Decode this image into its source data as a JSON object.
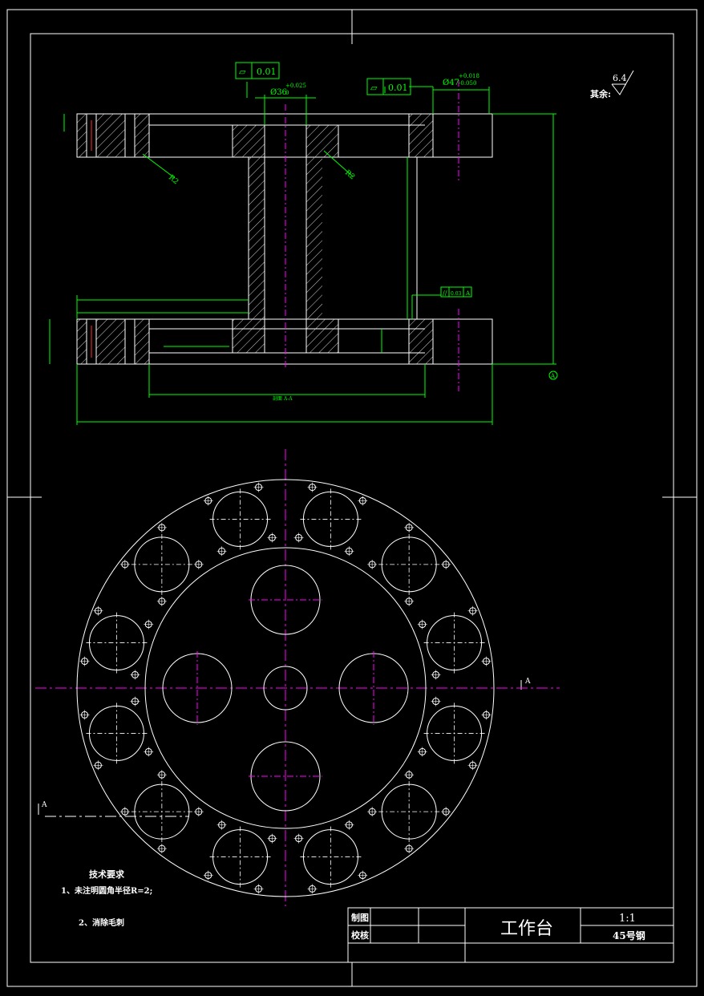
{
  "colors": {
    "background": "#000000",
    "outline": "#ffffff",
    "dimension": "#00ff00",
    "centerline": "#ff00ff",
    "hatch": "#e6e6e6",
    "accent_red": "#ff3030"
  },
  "surface_finish": {
    "prefix": "其余:",
    "value": "6.4"
  },
  "tolerances": {
    "flatness_1": "0.01",
    "flatness_2": "0.01",
    "parallel": "0.03",
    "parallel_datum": "A",
    "datum_label": "A",
    "bore_diameter": "Ø36",
    "bore_tol_upper": "+0.025",
    "bore_tol_lower": "0",
    "outer_diameter": "Ø47",
    "outer_tol_upper": "+0.018",
    "outer_tol_lower": "-0.050"
  },
  "section_labels": {
    "section_name": "剖面 A-A",
    "arrow_a_right": "A",
    "arrow_a_left": "A",
    "radius_label_1": "R2",
    "radius_label_2": "R2"
  },
  "technical_requirements": {
    "heading": "技术要求",
    "item_1": "1、未注明圆角半径R=2;",
    "item_2": "2、消除毛刺"
  },
  "title_block": {
    "drawn_by_label": "制图",
    "checked_by_label": "校核",
    "part_name": "工作台",
    "scale": "1:1",
    "material": "45号钢"
  }
}
